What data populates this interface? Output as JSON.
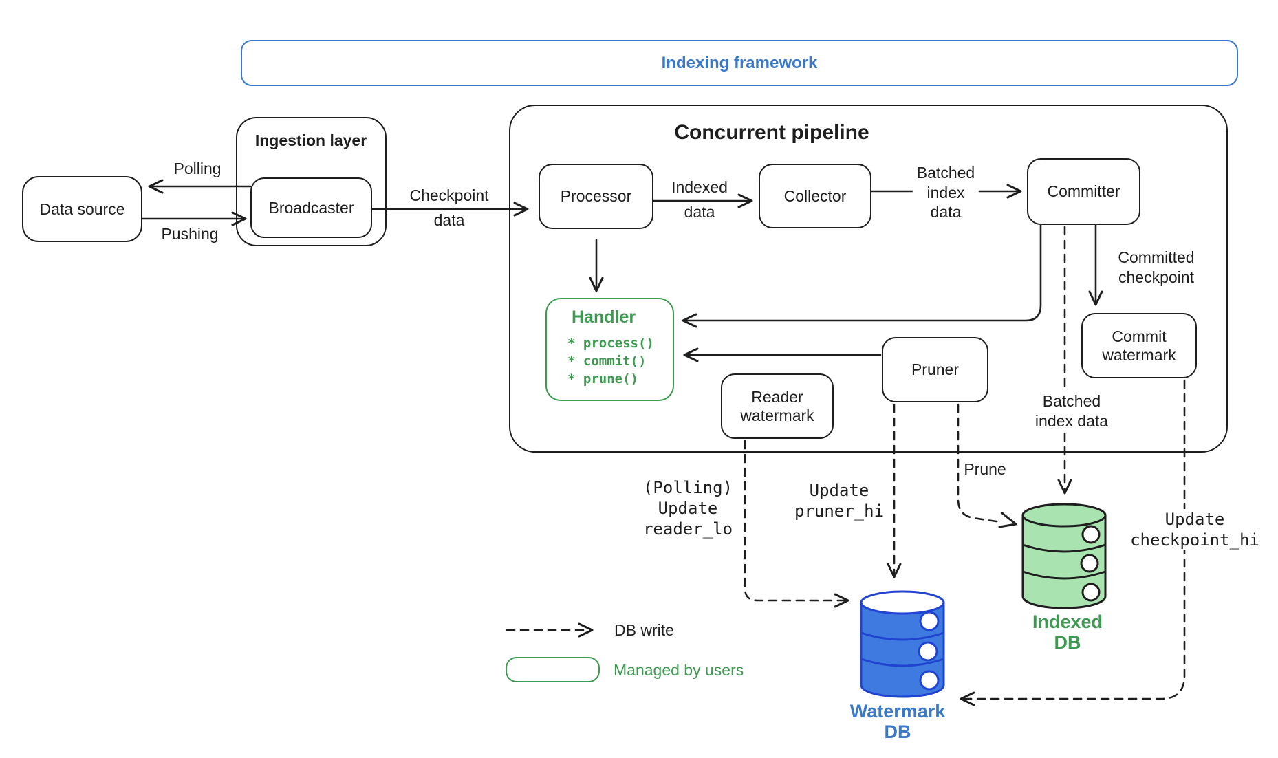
{
  "banner": {
    "title": "Indexing framework"
  },
  "pipeline": {
    "title": "Concurrent pipeline"
  },
  "nodes": {
    "data_source": {
      "label": "Data source"
    },
    "ingestion_layer": {
      "label": "Ingestion layer"
    },
    "broadcaster": {
      "label": "Broadcaster"
    },
    "processor": {
      "label": "Processor"
    },
    "collector": {
      "label": "Collector"
    },
    "committer": {
      "label": "Committer"
    },
    "handler": {
      "title": "Handler",
      "items": [
        "* process()",
        "* commit()",
        "* prune()"
      ]
    },
    "reader_watermark": {
      "lines": [
        "Reader",
        "watermark"
      ]
    },
    "pruner": {
      "label": "Pruner"
    },
    "commit_watermark": {
      "lines": [
        "Commit",
        "watermark"
      ]
    }
  },
  "edge_labels": {
    "polling": "Polling",
    "pushing": "Pushing",
    "checkpoint_data": {
      "lines": [
        "Checkpoint",
        "data"
      ]
    },
    "indexed_data": {
      "lines": [
        "Indexed",
        "data"
      ]
    },
    "batched_index_data_top": {
      "lines": [
        "Batched",
        "index",
        "data"
      ]
    },
    "committed_checkpoint": {
      "lines": [
        "Committed",
        "checkpoint"
      ]
    },
    "batched_index_data_bottom": {
      "lines": [
        "Batched",
        "index data"
      ]
    },
    "update_reader_lo": {
      "lines": [
        "(Polling)",
        "Update",
        "reader_lo"
      ]
    },
    "update_pruner_hi": {
      "lines": [
        "Update",
        "pruner_hi"
      ]
    },
    "prune": "Prune",
    "update_checkpoint_hi": {
      "lines": [
        "Update",
        "checkpoint_hi"
      ]
    }
  },
  "databases": {
    "watermark_db": {
      "lines": [
        "Watermark",
        "DB"
      ]
    },
    "indexed_db": {
      "lines": [
        "Indexed",
        "DB"
      ]
    }
  },
  "legend": {
    "db_write": "DB write",
    "managed_by_users": "Managed by users"
  },
  "colors": {
    "ink": "#1e1e1e",
    "framework_blue": "#3a78c9",
    "db_blue_fill": "#3e7ae0",
    "db_blue_stroke": "#2144d0",
    "users_green": "#3d9a50",
    "db_green_fill": "#a9e4b0"
  }
}
